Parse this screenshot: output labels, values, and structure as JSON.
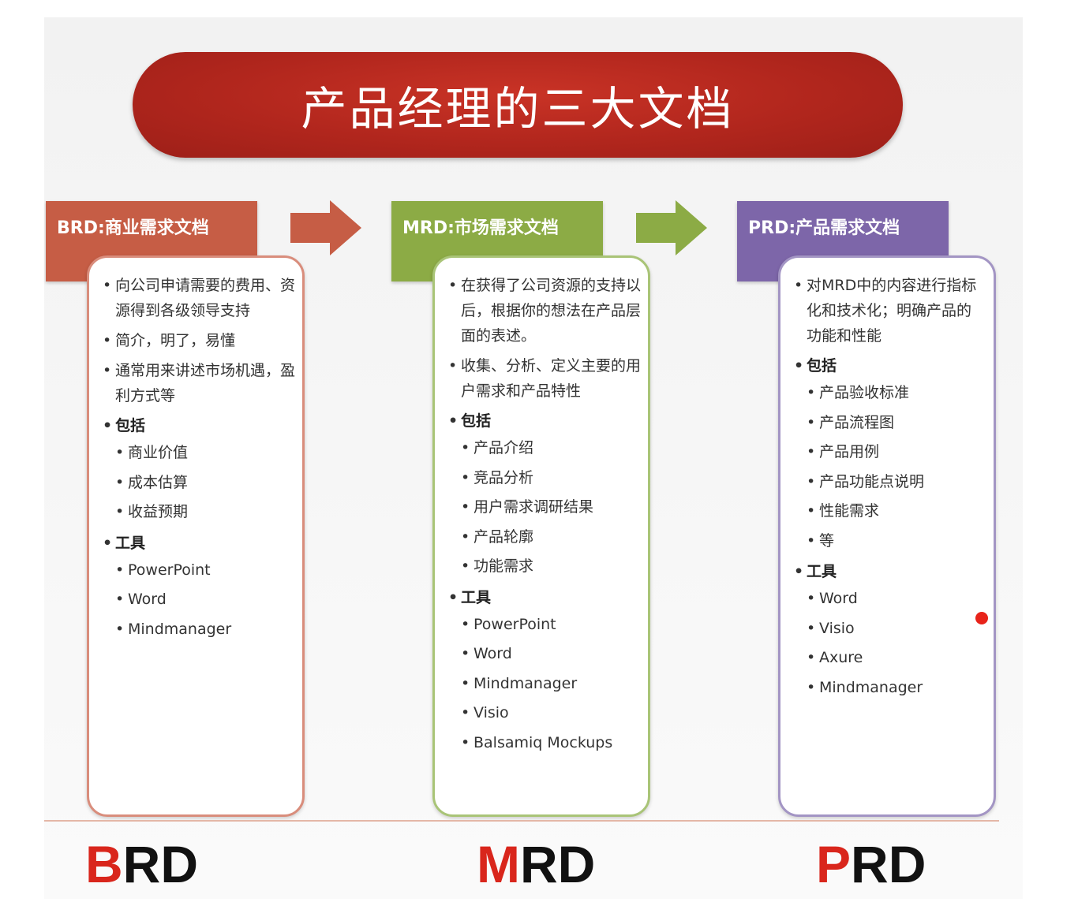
{
  "title": "产品经理的三大文档",
  "colors": {
    "banner": "#b1261d",
    "brd": "#c65d45",
    "mrd": "#8cab45",
    "prd": "#7d66a9",
    "big_letter": "#d9261c"
  },
  "columns": [
    {
      "header": "BRD:商业需求文档",
      "items": [
        {
          "text": "向公司申请需要的费用、资源得到各级领导支持",
          "level": 1
        },
        {
          "text": "简介，明了，易懂",
          "level": 1
        },
        {
          "text": "通常用来讲述市场机遇，盈利方式等",
          "level": 1
        },
        {
          "text": "包括",
          "level": "head"
        },
        {
          "text": "商业价值",
          "level": 2
        },
        {
          "text": "成本估算",
          "level": 2
        },
        {
          "text": "收益预期",
          "level": 2
        },
        {
          "text": "工具",
          "level": "head"
        },
        {
          "text": "PowerPoint",
          "level": 2
        },
        {
          "text": "Word",
          "level": 2
        },
        {
          "text": "Mindmanager",
          "level": 2
        }
      ],
      "big_label_first": "B",
      "big_label_rest": "RD"
    },
    {
      "header": "MRD:市场需求文档",
      "items": [
        {
          "text": "在获得了公司资源的支持以后，根据你的想法在产品层面的表述。",
          "level": 1
        },
        {
          "text": "收集、分析、定义主要的用户需求和产品特性",
          "level": 1
        },
        {
          "text": "包括",
          "level": "head"
        },
        {
          "text": "产品介绍",
          "level": 2
        },
        {
          "text": "竞品分析",
          "level": 2
        },
        {
          "text": "用户需求调研结果",
          "level": 2
        },
        {
          "text": "产品轮廓",
          "level": 2
        },
        {
          "text": "功能需求",
          "level": 2
        },
        {
          "text": "工具",
          "level": "head"
        },
        {
          "text": "PowerPoint",
          "level": 2
        },
        {
          "text": "Word",
          "level": 2
        },
        {
          "text": "Mindmanager",
          "level": 2
        },
        {
          "text": "Visio",
          "level": 2
        },
        {
          "text": "Balsamiq Mockups",
          "level": 2
        }
      ],
      "big_label_first": "M",
      "big_label_rest": "RD"
    },
    {
      "header": "PRD:产品需求文档",
      "items": [
        {
          "text": "对MRD中的内容进行指标化和技术化；明确产品的功能和性能",
          "level": 1
        },
        {
          "text": "包括",
          "level": "head"
        },
        {
          "text": "产品验收标准",
          "level": 2
        },
        {
          "text": "产品流程图",
          "level": 2
        },
        {
          "text": "产品用例",
          "level": 2
        },
        {
          "text": "产品功能点说明",
          "level": 2
        },
        {
          "text": "性能需求",
          "level": 2
        },
        {
          "text": "等",
          "level": 2
        },
        {
          "text": "工具",
          "level": "head"
        },
        {
          "text": "Word",
          "level": 2
        },
        {
          "text": "Visio",
          "level": 2
        },
        {
          "text": "Axure",
          "level": 2
        },
        {
          "text": "Mindmanager",
          "level": 2
        }
      ],
      "big_label_first": "P",
      "big_label_rest": "RD"
    }
  ]
}
